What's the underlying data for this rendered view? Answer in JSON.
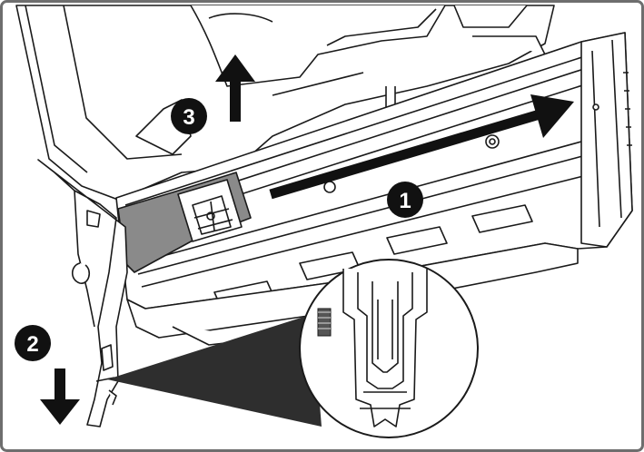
{
  "figure": {
    "steps": [
      {
        "number": "1",
        "arrow": "right",
        "part": "magazine-slide"
      },
      {
        "number": "2",
        "arrow": "down",
        "part": "nose-guide"
      },
      {
        "number": "3",
        "arrow": "up",
        "part": "top-cover"
      }
    ],
    "colors": {
      "line": "#1a1a1a",
      "body_fill": "#ffffff",
      "latch_fill": "#8a8a8a",
      "shadow_cone": "#2e2e2e",
      "badge_fill": "#111111",
      "frame": "#6e6e6e"
    }
  }
}
